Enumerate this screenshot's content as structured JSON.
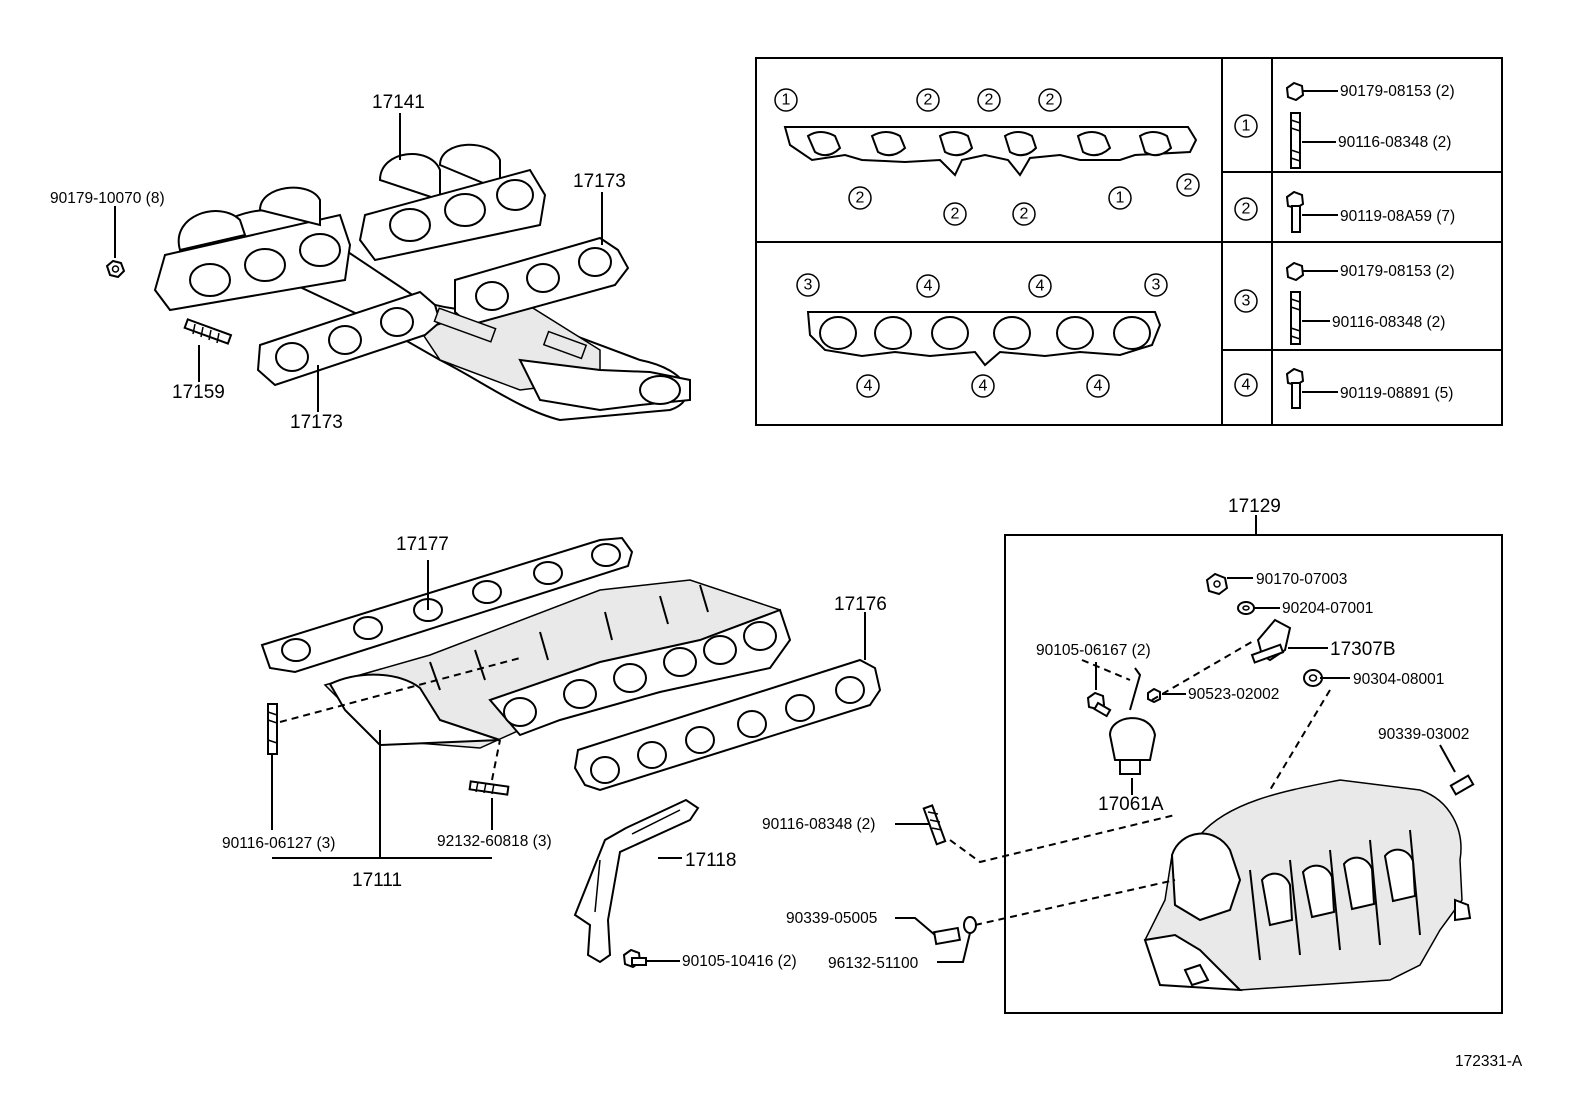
{
  "diagram_id": "172331-A",
  "exhaust": {
    "manifold_label": "17141",
    "nut_label": "90179-10070 (8)",
    "stud_label": "17159",
    "gasket_right_label": "17173",
    "gasket_left_label": "17173"
  },
  "fastener_table": {
    "exhaust_rows": [
      {
        "mark": "1",
        "parts": [
          "90179-08153 (2)",
          "90116-08348 (2)"
        ]
      },
      {
        "mark": "2",
        "parts": [
          "90119-08A59 (7)"
        ]
      }
    ],
    "intake_rows": [
      {
        "mark": "3",
        "parts": [
          "90179-08153 (2)",
          "90116-08348 (2)"
        ]
      },
      {
        "mark": "4",
        "parts": [
          "90119-08891 (5)"
        ]
      }
    ],
    "gasket_top_marks": [
      "1",
      "2",
      "2",
      "2"
    ],
    "gasket_top_bottom_marks": [
      "2",
      "2",
      "2",
      "1",
      "2"
    ],
    "gasket_bottom_top_marks": [
      "3",
      "4",
      "4",
      "3"
    ],
    "gasket_bottom_bottom_marks": [
      "4",
      "4",
      "4"
    ]
  },
  "intake": {
    "gasket_upper_label": "17177",
    "gasket_lower_label": "17176",
    "stud_a_label": "90116-06127 (3)",
    "stud_b_label": "92132-60818 (3)",
    "manifold_label": "17111",
    "stay_label": "17118",
    "stay_bolt_label": "90105-10416 (2)"
  },
  "plenum": {
    "assembly_label": "17129",
    "parts": {
      "nut": "90170-07003",
      "washer": "90204-07001",
      "bracket": "17307B",
      "bolt": "90105-06167 (2)",
      "clip": "90523-02002",
      "grommet": "90304-08001",
      "plug_right": "90339-03002",
      "actuator": "17061A",
      "stud": "90116-08348 (2)",
      "plug_left": "90339-05005",
      "hose_clamp": "96132-51100"
    }
  }
}
